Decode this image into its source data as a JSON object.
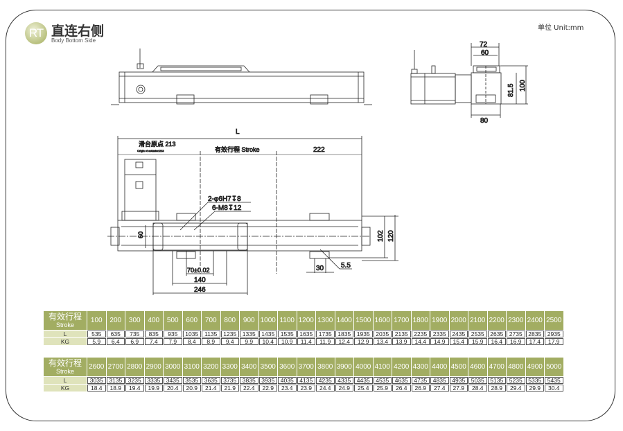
{
  "header": {
    "logo": "RT",
    "title": "直连右侧",
    "subtitle": "Body Bottom Side",
    "unit": "单位 Unit:mm"
  },
  "drawing": {
    "dim_L": "L",
    "origin_cn": "滑台原点 213",
    "origin_en": "Origin of actuator:213",
    "stroke_label": "有效行程 Stroke",
    "dim_222": "222",
    "hole1": "2-φ6H7↧8",
    "hole2": "6-M8↧12",
    "dim_60": "60",
    "dim_102": "102",
    "dim_120": "120",
    "dim_70": "70±0.02",
    "dim_140": "140",
    "dim_246": "246",
    "dim_30": "30",
    "dim_5_5": "5.5",
    "end_72": "72",
    "end_60": "60",
    "end_81_5": "81.5",
    "end_100": "100",
    "end_80": "80"
  },
  "tables": [
    {
      "header_cn": "有效行程",
      "header_en": "Stroke",
      "row_L": "L",
      "row_KG": "KG",
      "stroke": [
        "100",
        "200",
        "300",
        "400",
        "500",
        "600",
        "700",
        "800",
        "900",
        "1000",
        "1100",
        "1200",
        "1300",
        "1400",
        "1500",
        "1600",
        "1700",
        "1800",
        "1900",
        "2000",
        "2100",
        "2200",
        "2300",
        "2400",
        "2500"
      ],
      "L": [
        "535",
        "635",
        "735",
        "835",
        "935",
        "1035",
        "1135",
        "1235",
        "1335",
        "1435",
        "1535",
        "1635",
        "1735",
        "1835",
        "1935",
        "2035",
        "2135",
        "2235",
        "2335",
        "2435",
        "2535",
        "2635",
        "2735",
        "2835",
        "2935"
      ],
      "KG": [
        "5.9",
        "6.4",
        "6.9",
        "7.4",
        "7.9",
        "8.4",
        "8.9",
        "9.4",
        "9.9",
        "10.4",
        "10.9",
        "11.4",
        "11.9",
        "12.4",
        "12.9",
        "13.4",
        "13.9",
        "14.4",
        "14.9",
        "15.4",
        "15.9",
        "16.4",
        "16.9",
        "17.4",
        "17.9"
      ]
    },
    {
      "header_cn": "有效行程",
      "header_en": "Stroke",
      "row_L": "L",
      "row_KG": "KG",
      "stroke": [
        "2600",
        "2700",
        "2800",
        "2900",
        "3000",
        "3100",
        "3200",
        "3300",
        "3400",
        "3500",
        "3600",
        "3700",
        "3800",
        "3900",
        "4000",
        "4100",
        "4200",
        "4300",
        "4400",
        "4500",
        "4600",
        "4700",
        "4800",
        "4900",
        "5000"
      ],
      "L": [
        "3035",
        "3135",
        "3235",
        "3335",
        "3435",
        "3535",
        "3635",
        "3735",
        "3835",
        "3935",
        "4035",
        "4135",
        "4235",
        "4335",
        "4435",
        "4535",
        "4635",
        "4735",
        "4835",
        "4935",
        "5035",
        "5135",
        "5235",
        "5335",
        "5435"
      ],
      "KG": [
        "18.4",
        "18.9",
        "19.4",
        "19.9",
        "20.4",
        "20.9",
        "21.4",
        "21.9",
        "22.4",
        "22.9",
        "23.4",
        "23.9",
        "24.4",
        "24.9",
        "25.4",
        "25.9",
        "26.4",
        "26.9",
        "27.4",
        "27.9",
        "28.4",
        "28.9",
        "29.4",
        "29.9",
        "30.4"
      ]
    }
  ]
}
